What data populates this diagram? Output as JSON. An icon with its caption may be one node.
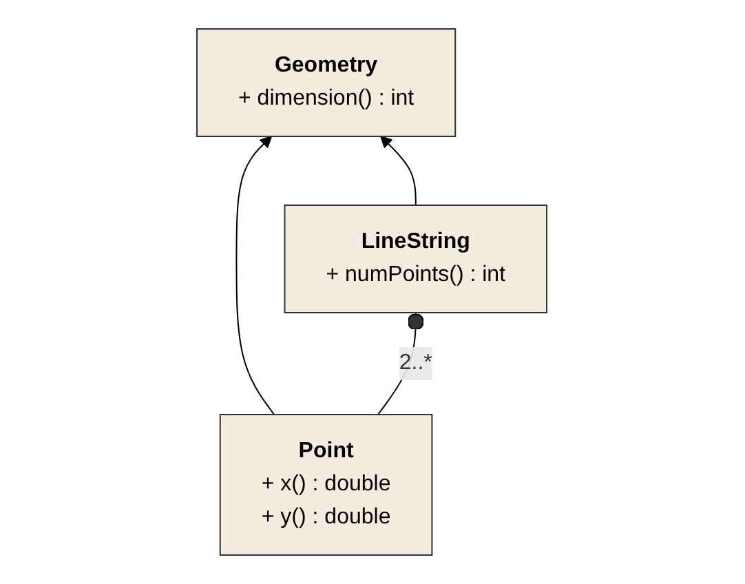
{
  "diagram": {
    "nodes": [
      {
        "text": [
          "Geometry",
          "+ dimension() : int"
        ]
      },
      {
        "text": [
          "Point",
          "+ x() : double",
          "+ y() : double"
        ]
      },
      {
        "text": [
          "LineString",
          "+ numPoints() : int"
        ]
      }
    ],
    "edges": [
      {
        "from": 1,
        "to": 0,
        "arrow": "to"
      },
      {
        "from": 2,
        "to": 0,
        "arrow": "to"
      },
      {
        "from": 1,
        "to": 2,
        "arrow": "other",
        "label": "2..*"
      }
    ]
  }
}
